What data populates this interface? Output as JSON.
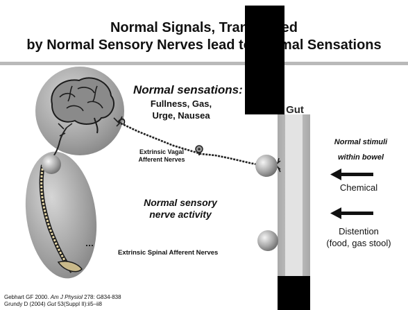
{
  "slide": {
    "title_line1": "Normal Signals, Transmitted",
    "title_line2": "by Normal Sensory Nerves lead to Normal Sensations"
  },
  "sensations": {
    "heading": "Normal sensations:",
    "items_line1": "Fullness, Gas,",
    "items_line2": "Urge, Nausea"
  },
  "gut_label": "Gut",
  "stimuli": {
    "heading_line1": "Normal stimuli",
    "heading_line2": "within bowel",
    "chemical": "Chemical",
    "distention": "Distention",
    "distention_detail": "(food, gas stool)"
  },
  "nerves": {
    "vagal_line1": "Extrinsic Vagal",
    "vagal_line2": "Afferent Nerves",
    "spinal": "Extrinsic Spinal Afferent Nerves"
  },
  "activity": {
    "line1": "Normal sensory",
    "line2": "nerve activity"
  },
  "references": {
    "ref1_authors": "Gebhart GF 2000. ",
    "ref1_journal": "Am J Physiol",
    "ref1_rest": " 278: G834-838",
    "ref2_authors": "Grundy D (2004) ",
    "ref2_journal": "Gut",
    "ref2_rest": " 53(Suppl II):ii5–ii8"
  },
  "colors": {
    "gut_wall": "#b3b3b3",
    "gut_lumen": "#dcdcdc",
    "redaction": "#000000",
    "sphere": "#9a9a9a"
  }
}
